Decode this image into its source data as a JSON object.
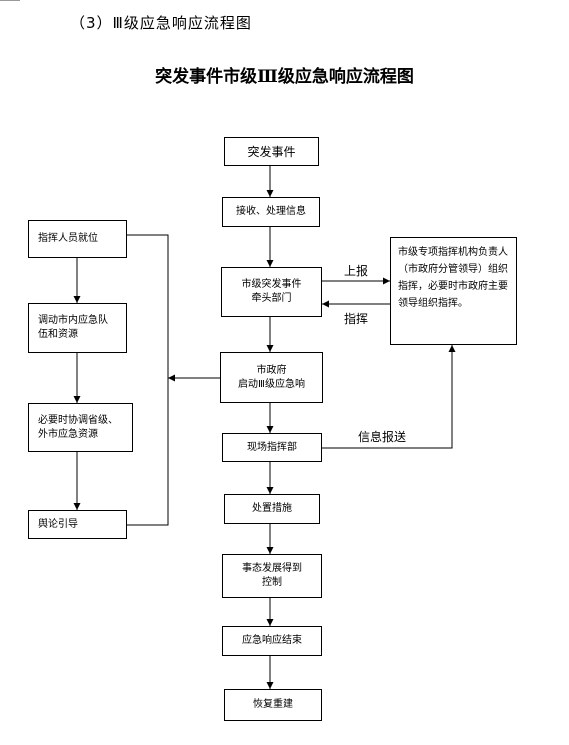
{
  "heading": "（3）Ⅲ级应急响应流程图",
  "title": "突发事件市级Ⅲ级应急响应流程图",
  "center_boxes": {
    "event": "突发事件",
    "receive": "接收、处理信息",
    "lead_dept": "市级突发事件\n牵头部门",
    "gov_start": "市政府\n启动Ⅲ级应急响",
    "field_cmd": "现场指挥部",
    "measures": "处置措施",
    "controlled": "事态发展得到\n控制",
    "end": "应急响应结束",
    "restore": "恢复重建"
  },
  "left_boxes": {
    "staff": "指挥人员就位",
    "mobilize": "调动市内应急队\n伍和资源",
    "coordinate": "必要时协调省级、\n外市应急资源",
    "opinion": "舆论引导"
  },
  "right_box": "市级专项指挥机构负责人（市政府分管领导）组织指挥，必要时市政府主要领导组织指挥。",
  "edge_labels": {
    "report_up": "上报",
    "command": "指挥",
    "info_report": "信息报送"
  }
}
